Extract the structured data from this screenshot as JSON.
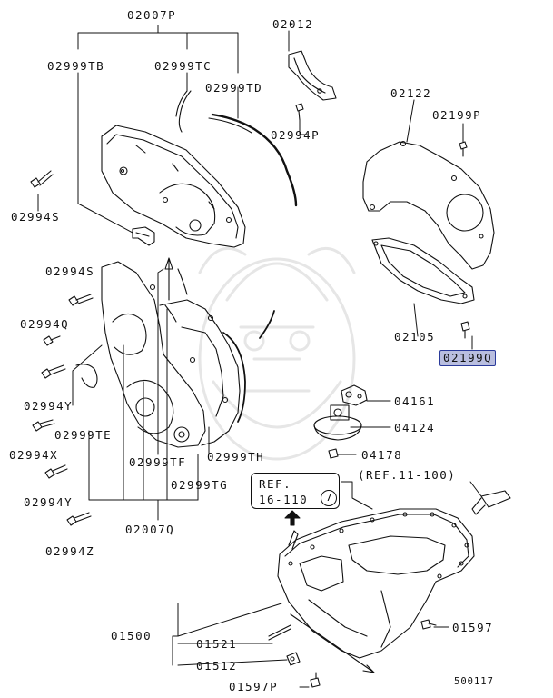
{
  "labels": {
    "p02007P": "02007P",
    "p02012": "02012",
    "p02999TB": "02999TB",
    "p02999TC": "02999TC",
    "p02999TD": "02999TD",
    "p02994P": "02994P",
    "p02122": "02122",
    "p02199P": "02199P",
    "p02994S_a": "02994S",
    "p02994S_b": "02994S",
    "p02994Q": "02994Q",
    "p02105": "02105",
    "p02199Q": "02199Q",
    "p04161": "04161",
    "p04124": "04124",
    "p04178": "04178",
    "p02994Y_a": "02994Y",
    "p02999TE": "02999TE",
    "p02994X": "02994X",
    "p02999TF": "02999TF",
    "p02999TH": "02999TH",
    "p02999TG": "02999TG",
    "p02994Y_b": "02994Y",
    "p02007Q": "02007Q",
    "p02994Z": "02994Z",
    "ref_11_100": "(REF.11-100)",
    "p01597_a": "01597",
    "p01500": "01500",
    "p01521": "01521",
    "p01512": "01512",
    "p01597P": "01597P"
  },
  "ref_box": {
    "line1": "REF.",
    "line2": "16-110",
    "circle": "7"
  },
  "figure_number": "500117",
  "highlighted_part": "02199Q",
  "colors": {
    "line": "#111111",
    "highlight_fill": "#b9bedf",
    "highlight_border": "#2a3a9a",
    "watermark": "#e9e9e9"
  }
}
